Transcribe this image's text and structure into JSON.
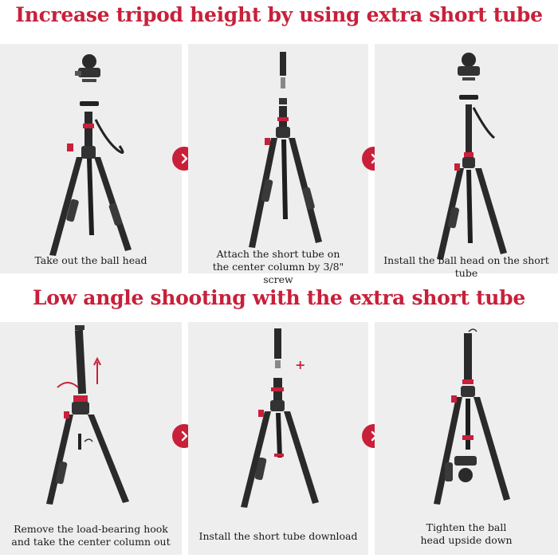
{
  "headings": {
    "top": "Increase tripod height by using extra short tube",
    "bottom": "Low angle shooting with the extra short tube"
  },
  "colors": {
    "accent": "#c8203a",
    "panel_bg": "#eeeeee",
    "tripod": "#2a2a2a"
  },
  "icons": {
    "arrow": "chevron-right-icon",
    "plus": "plus-icon",
    "up": "arrow-up-icon",
    "rotate": "rotate-icon"
  },
  "panels": {
    "top": [
      {
        "caption": "Take out the ball head"
      },
      {
        "caption": "Attach the short tube on the center column by 3/8\" screw"
      },
      {
        "caption": "Install the ball head on the short tube"
      }
    ],
    "bottom": [
      {
        "caption": "Remove the load-bearing hook and take the center column out"
      },
      {
        "caption": "Install the short tube download"
      },
      {
        "caption": "Tighten the ball head upside down"
      }
    ]
  },
  "plus_mark": "+"
}
